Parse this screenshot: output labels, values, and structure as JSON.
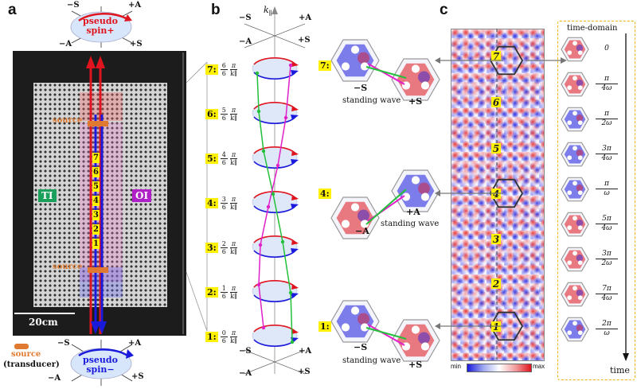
{
  "panels": {
    "a": "a",
    "b": "b",
    "c": "c"
  },
  "panel_a": {
    "top_spin": {
      "line1": "pseudo",
      "line2": "spin+"
    },
    "bottom_spin": {
      "line1": "pseudo",
      "line2": "spin−"
    },
    "axes_top": {
      "minus_s": "−S",
      "plus_a": "+A",
      "minus_a": "−A",
      "plus_s": "+S"
    },
    "axes_bottom": {
      "minus_s": "−S",
      "plus_a": "+A",
      "minus_a": "−A",
      "plus_s": "+S"
    },
    "source_top": "source",
    "source_bottom": "source",
    "ti_label": "TI",
    "oi_label": "OI",
    "scale_bar": "20cm",
    "legend_source": "source",
    "legend_transducer": "(transducer)",
    "numbers": [
      "7",
      "6",
      "5",
      "4",
      "3",
      "2",
      "1"
    ]
  },
  "panel_b": {
    "k_label": "k",
    "k_sub": "∥",
    "axes_top": {
      "minus_s": "−S",
      "plus_a": "+A",
      "minus_a": "−A",
      "plus_s": "+S"
    },
    "axes_bottom": {
      "minus_s": "−S",
      "plus_a": "+A",
      "minus_a": "−A",
      "plus_s": "+S"
    },
    "rows": [
      {
        "tag": "7:",
        "n": "6",
        "d": "6",
        "pi": "π",
        "k": "k∥"
      },
      {
        "tag": "6:",
        "n": "5",
        "d": "6",
        "pi": "π",
        "k": "k∥"
      },
      {
        "tag": "5:",
        "n": "4",
        "d": "6",
        "pi": "π",
        "k": "k∥"
      },
      {
        "tag": "4:",
        "n": "3",
        "d": "6",
        "pi": "π",
        "k": "k∥"
      },
      {
        "tag": "3:",
        "n": "2",
        "d": "6",
        "pi": "π",
        "k": "k∥"
      },
      {
        "tag": "2:",
        "n": "1",
        "d": "6",
        "pi": "π",
        "k": "k∥"
      },
      {
        "tag": "1:",
        "n": "0",
        "d": "6",
        "pi": "π",
        "k": "k∥"
      }
    ]
  },
  "panel_c": {
    "row7": {
      "tag": "7:",
      "left": "−S",
      "right": "+S",
      "caption": "standing wave"
    },
    "row4": {
      "tag": "4:",
      "left": "−A",
      "right": "+A",
      "caption": "standing wave"
    },
    "row1": {
      "tag": "1:",
      "left": "−S",
      "right": "+S",
      "caption": "standing wave"
    },
    "strip_numbers": [
      "7",
      "6",
      "5",
      "4",
      "3",
      "2",
      "1"
    ],
    "colorbar": {
      "min": "min",
      "max": "max"
    },
    "time_domain": {
      "title": "time-domain",
      "axis_label": "time",
      "labels": [
        {
          "top": "0",
          "bottom": ""
        },
        {
          "top": "π",
          "bottom": "4ω"
        },
        {
          "top": "π",
          "bottom": "2ω"
        },
        {
          "top": "3π",
          "bottom": "4ω"
        },
        {
          "top": "π",
          "bottom": "ω"
        },
        {
          "top": "5π",
          "bottom": "4ω"
        },
        {
          "top": "3π",
          "bottom": "2ω"
        },
        {
          "top": "7π",
          "bottom": "4ω"
        },
        {
          "top": "2π",
          "bottom": "ω"
        }
      ]
    }
  },
  "colors": {
    "red": "#e0141e",
    "blue": "#1a1adc",
    "green": "#22c03a",
    "magenta": "#e020c8",
    "yellow": "#fff200",
    "ti_green": "#1aa05a",
    "oi_purple": "#b020c8",
    "source": "#e07a30"
  }
}
